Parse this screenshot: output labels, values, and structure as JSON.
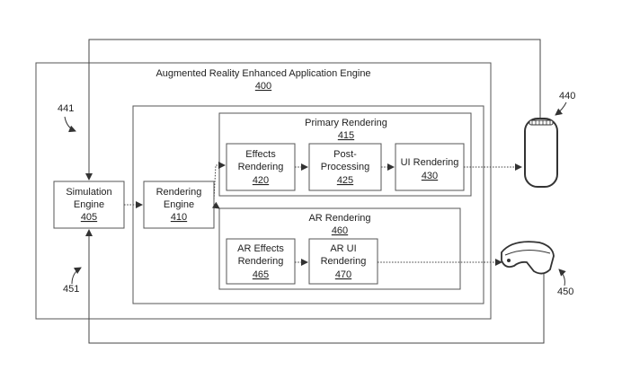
{
  "engine": {
    "title": "Augmented Reality Enhanced Application Engine",
    "ref": "400"
  },
  "labels": {
    "loop_top": "441",
    "loop_bottom": "451",
    "display": "440",
    "headset": "450"
  },
  "simulation": {
    "line1": "Simulation",
    "line2": "Engine",
    "ref": "405"
  },
  "rendering": {
    "line1": "Rendering",
    "line2": "Engine",
    "ref": "410"
  },
  "primary": {
    "title": "Primary Rendering",
    "ref": "415",
    "effects": {
      "line1": "Effects",
      "line2": "Rendering",
      "ref": "420"
    },
    "post": {
      "line1": "Post-",
      "line2": "Processing",
      "ref": "425"
    },
    "ui": {
      "line1": "UI Rendering",
      "ref": "430"
    }
  },
  "ar": {
    "title": "AR Rendering",
    "ref": "460",
    "effects": {
      "line1": "AR Effects",
      "line2": "Rendering",
      "ref": "465"
    },
    "ui": {
      "line1": "AR UI",
      "line2": "Rendering",
      "ref": "470"
    }
  }
}
